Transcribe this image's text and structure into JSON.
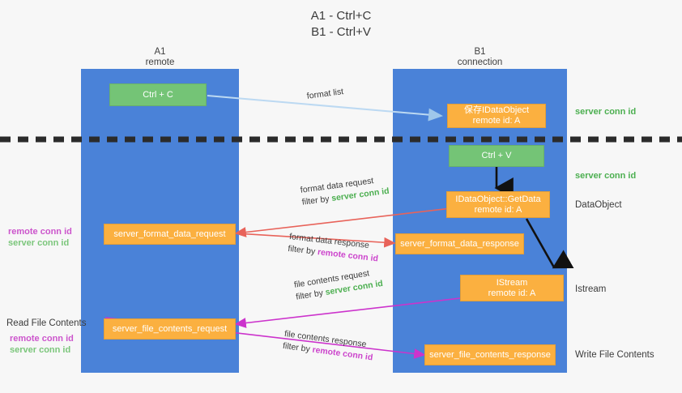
{
  "title": "A1 - Ctrl+C\nB1 - Ctrl+V",
  "lanes": [
    {
      "name": "A1",
      "sub": "remote"
    },
    {
      "name": "B1",
      "sub": "connection"
    }
  ],
  "boxes": {
    "ctrl_c": "Ctrl + C",
    "ctrl_v": "Ctrl + V",
    "save_idataobject": "保存IDataObject\nremote id: A",
    "idataobject_getdata": "IDataObject::GetData\nremote id: A",
    "istream": "IStream\nremote id: A",
    "server_format_data_request": "server_format_data_request",
    "server_format_data_response": "server_format_data_response",
    "server_file_contents_request": "server_file_contents_request",
    "server_file_contents_response": "server_file_contents_response"
  },
  "edges": {
    "format_list": "format list",
    "format_data_request": "format data request",
    "format_data_request_filter_prefix": "filter by ",
    "format_data_request_filter_value": "server conn id",
    "format_data_response": "format data response",
    "format_data_response_filter_prefix": "filter by ",
    "format_data_response_filter_value": "remote conn id",
    "file_contents_request": "file contents request",
    "file_contents_request_filter_prefix": "filter by ",
    "file_contents_request_filter_value": "server conn id",
    "file_contents_response": "file contents response",
    "file_contents_response_filter_prefix": "filter by ",
    "file_contents_response_filter_value": "remote conn id"
  },
  "annotations": {
    "server_conn_id_top": "server conn id",
    "server_conn_id_mid": "server conn id",
    "dataobject": "DataObject",
    "istream": "Istream",
    "write_file_contents": "Write File Contents",
    "read_file_contents": "Read File Contents",
    "remote_conn_id_1": "remote conn id",
    "server_conn_id_1": "server conn id",
    "remote_conn_id_2": "remote conn id",
    "server_conn_id_2": "server conn id"
  },
  "colors": {
    "lane": "#4a82d8",
    "green_box": "#74c476",
    "orange_box": "#fbb040",
    "remote_conn": "#cc44cc",
    "server_conn": "#4caf50",
    "arrow_light_blue": "#bcd9f2",
    "arrow_red": "#e8635a",
    "arrow_magenta": "#cc33cc",
    "arrow_black": "#111111",
    "background": "#f7f7f7"
  }
}
